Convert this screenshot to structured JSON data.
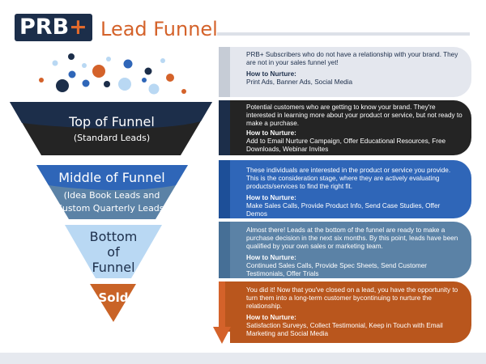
{
  "header": {
    "logo_text": "PRB",
    "logo_plus": "+",
    "title": "Lead Funnel"
  },
  "colors": {
    "navy": "#1c2e4a",
    "orange": "#d4622a",
    "dark": "#242424",
    "mid_blue": "#2f66b8",
    "steel": "#5b82a6",
    "light_blue": "#b9d8f3",
    "rust": "#b9561d",
    "grey_card": "#e4e7ee"
  },
  "tiers": [
    {
      "title": "Top of Funnel",
      "subtitle": "(Standard Leads)"
    },
    {
      "title": "Middle of Funnel",
      "subtitle_line1": "(Idea Book Leads and",
      "subtitle_line2": "Custom Quarterly Leads)"
    },
    {
      "title_line1": "Bottom",
      "title_line2": "of",
      "title_line3": "Funnel"
    },
    {
      "title": "Sold"
    }
  ],
  "cards": [
    {
      "desc": "PRB+ Subscribers who do not have a relationship with your brand. They are not in your sales funnel yet!",
      "how_label": "How to Nurture:",
      "actions": "Print Ads, Banner Ads, Social Media"
    },
    {
      "desc": "Potential customers who are getting to know your brand. They're interested in learning more about your product or service, but not ready to make a purchase.",
      "how_label": "How to Nurture:",
      "actions": "Add to Email Nurture Campaign, Offer Educational Resources, Free Downloads, Webinar Invites"
    },
    {
      "desc": "These individuals are interested in the product or service you provide. This is the consideration stage, where they are actively evaluating products/services to find the right fit.",
      "how_label": "How to Nurture:",
      "actions": "Make Sales Calls, Provide Product Info, Send Case Studies, Offer Demos"
    },
    {
      "desc": "Almost there! Leads at the bottom of the funnel are ready to make a purchase decision in the next six months. By this point, leads have been qualified by your own sales or marketing team.",
      "how_label": "How to Nurture:",
      "actions": "Continued Sales Calls, Provide Spec Sheets, Send Customer Testimonials, Offer Trials"
    },
    {
      "desc": "You did it! Now that you've closed on a lead, you have the opportunity to turn them into a long-term customer bycontinuing to nurture the relationship.",
      "how_label": "How to Nurture:",
      "actions": "Satisfaction Surveys, Collect Testimonial, Keep in Touch with Email Marketing and Social Media"
    }
  ]
}
